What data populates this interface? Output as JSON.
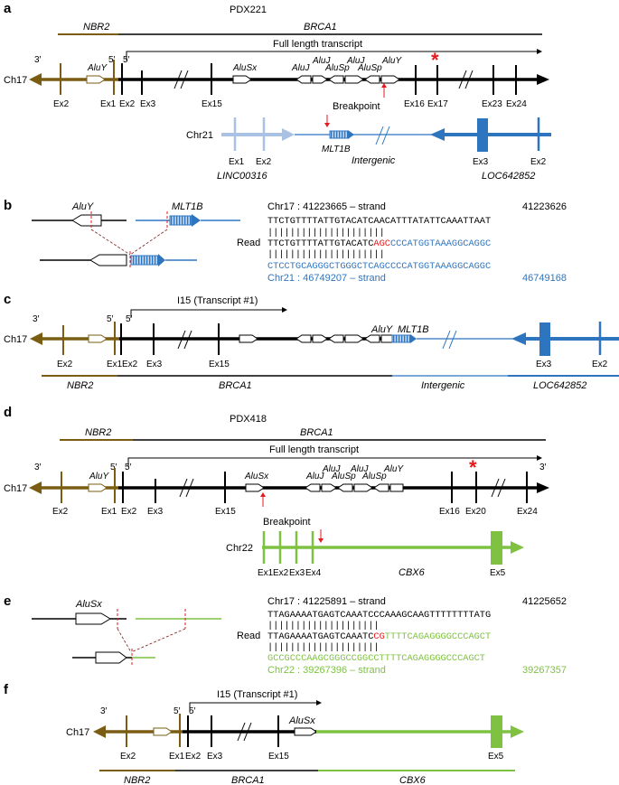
{
  "colors": {
    "nbr2": "#7a5c12",
    "brca1": "#000000",
    "chr21": "#2e75c0",
    "linc": "#a9c2e3",
    "cbx6": "#7fc242",
    "red": "#e41a1c"
  },
  "a": {
    "panel": "a",
    "title": "PDX221",
    "nbr2": "NBR2",
    "brca1": "BRCA1",
    "full_transcript": "Full length transcript",
    "chr": "Ch17",
    "three_prime": "3′",
    "five_prime": "5′",
    "aluy": "AluY",
    "alusx": "AluSx",
    "aluj1": "AluJ",
    "aluj2": "AluJ",
    "aluj3": "AluJ",
    "alusp1": "AluSp",
    "alusp2": "AluSp",
    "aluy2": "AluY",
    "breakpoint": "Breakpoint",
    "exons_top": [
      "Ex2",
      "Ex1",
      "Ex2",
      "Ex3",
      "Ex15",
      "Ex16",
      "Ex17",
      "Ex23",
      "Ex24"
    ],
    "chr21": "Chr21",
    "linc": "LINC00316",
    "mlt1b": "MLT1B",
    "intergenic": "Intergenic",
    "loc": "LOC642852",
    "exons_bottom": [
      "Ex1",
      "Ex2",
      "Ex3",
      "Ex2"
    ]
  },
  "b": {
    "panel": "b",
    "aluy": "AluY",
    "mlt1b": "MLT1B",
    "chr17_head": "Chr17 : 41223665 – strand",
    "chr17_end": "41223626",
    "seq1": "TTCTGTTTTATTGTACATCAACATTTATATTCAAATTAAT",
    "bars1": "|||||||||||||||||||||",
    "read": "Read",
    "read_black": "TTCTGTTTTATTGTACATC",
    "read_red": "AGC",
    "read_blue": "CCCATGGTAAAGGCAGGC",
    "bars2": "|||||||||||||||||||||",
    "seq3": "CTCCTGCAGGGCTGGGCTCAGCCCCATGGTAAAGGCAGGC",
    "chr21_head": "Chr21 : 46749207 – strand",
    "chr21_end": "46749168"
  },
  "c": {
    "panel": "c",
    "i15": "I15 (Transcript #1)",
    "chr": "Ch17",
    "three_prime": "3′",
    "five_prime": "5′",
    "aluy": "AluY",
    "mlt1b": "MLT1B",
    "exons": [
      "Ex2",
      "Ex1",
      "Ex2",
      "Ex3",
      "Ex15",
      "Ex3",
      "Ex2"
    ],
    "nbr2": "NBR2",
    "brca1": "BRCA1",
    "intergenic": "Intergenic",
    "loc": "LOC642852"
  },
  "d": {
    "panel": "d",
    "title": "PDX418",
    "nbr2": "NBR2",
    "brca1": "BRCA1",
    "full_transcript": "Full length transcript",
    "chr": "Ch17",
    "three_prime": "3′",
    "five_prime": "5′",
    "aluy": "AluY",
    "alusx": "AluSx",
    "aluj1": "AluJ",
    "aluj2": "AluJ",
    "aluj3": "AluJ",
    "alusp1": "AluSp",
    "alusp2": "AluSp",
    "aluy2": "AluY",
    "breakpoint": "Breakpoint",
    "exons_top": [
      "Ex2",
      "Ex1",
      "Ex2",
      "Ex3",
      "Ex15",
      "Ex16",
      "Ex20",
      "Ex24"
    ],
    "chr22": "Chr22",
    "cbx6": "CBX6",
    "exons_bottom": [
      "Ex1",
      "Ex2",
      "Ex3",
      "Ex4",
      "Ex5"
    ]
  },
  "e": {
    "panel": "e",
    "alusx": "AluSx",
    "chr17_head": "Chr17 : 41225891 – strand",
    "chr17_end": "41225652",
    "seq1": "TTAGAAAATGAGTCAAATCCCAAAGCAAGTTTTTTTTATG",
    "read": "Read",
    "read_black": "TTAGAAAATGAGTCAAATC",
    "read_red": "CG",
    "read_green": "TTTTCAGAGGGGCCCAGCT",
    "seq3": "GCCGCCCAAGCGGGCCGGCCTTTTCAGAGGGGCCCAGCT",
    "chr22_head": "Chr22 : 39267396 – strand",
    "chr22_end": "39267357"
  },
  "f": {
    "panel": "f",
    "i15": "I15 (Transcript #1)",
    "chr": "Ch17",
    "three_prime": "3′",
    "five_prime": "5′",
    "alusx": "AluSx",
    "exons": [
      "Ex2",
      "Ex1",
      "Ex2",
      "Ex3",
      "Ex15",
      "Ex5"
    ],
    "nbr2": "NBR2",
    "brca1": "BRCA1",
    "cbx6": "CBX6"
  }
}
